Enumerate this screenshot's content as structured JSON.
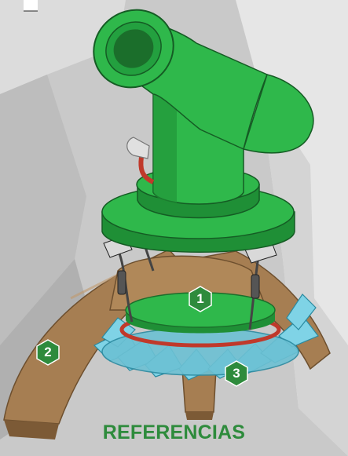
{
  "diagram": {
    "labels": [
      {
        "id": "1",
        "text": "1"
      },
      {
        "id": "2",
        "text": "2"
      },
      {
        "id": "3",
        "text": "3"
      }
    ],
    "title": "REFERENCIAS"
  },
  "colors": {
    "background": "#c9c9c9",
    "pipe_green": "#2fb84b",
    "pipe_green_dark": "#1f8f36",
    "soil_brown": "#a67e52",
    "blade_cyan": "#7fd3e6",
    "badge_green": "#2e8b3c",
    "title_green": "#2e8b3c",
    "seal_red": "#c0392b"
  },
  "icons": {
    "badge_shape": "hexagon-icon",
    "hose_fitting": "elbow-fitting-icon"
  }
}
